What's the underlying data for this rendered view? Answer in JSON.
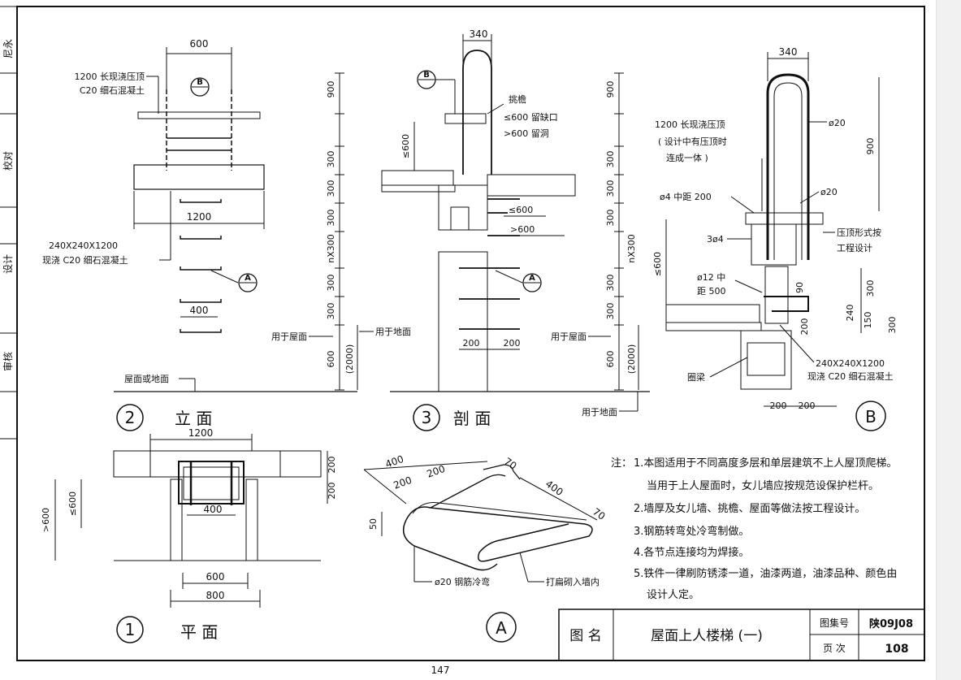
{
  "sidebar": {
    "labels": [
      "尼永",
      "校对",
      "设计",
      "审核"
    ]
  },
  "drawings": {
    "elevation": {
      "number": "2",
      "title": "立  面",
      "dims": {
        "top": "600",
        "middle": "1200",
        "rung": "400",
        "right": [
          "900",
          "300",
          "300",
          "300",
          "nX300",
          "300",
          "300",
          "600",
          "(2000)"
        ]
      },
      "labels": {
        "cap1": "1200 长现浇压顶",
        "cap2": "C20 细石混凝土",
        "block1": "240X240X1200",
        "block2": "现浇 C20 细石混凝土",
        "roof": "用于屋面",
        "ground": "用于地面",
        "floor": "屋面或地面",
        "callout_b": "B",
        "callout_a": "A"
      }
    },
    "section": {
      "number": "3",
      "title": "剖    面",
      "dims": {
        "top": "340",
        "left": "≤600",
        "d1": "≤600",
        "d2": ">600",
        "right": [
          "900",
          "300",
          "300",
          "300",
          "nX300",
          "300",
          "300",
          "600",
          "(2000)"
        ],
        "bottom": [
          "200",
          "200"
        ]
      },
      "labels": {
        "parapet": "挑檐",
        "n1": "≤600 留缺口",
        "n2": ">600 留洞",
        "roof": "用于屋面",
        "ground": "用于地面",
        "callout_b": "B",
        "callout_a": "A"
      }
    },
    "detail_b": {
      "title": "B",
      "dims": {
        "top": "340",
        "right1": "900",
        "left": "≤600",
        "r1": "300",
        "r2": "240",
        "r3": "150",
        "r4": "300",
        "r5": "90",
        "r6": "200",
        "bottom": [
          "200",
          "200"
        ]
      },
      "labels": {
        "cap1": "1200 长现浇压顶",
        "cap2": "( 设计中有压顶时",
        "cap3": "连成一体 )",
        "bar20a": "ø20",
        "bar20b": "ø20",
        "rebar4": "ø4 中距 200",
        "rebar3": "3ø4",
        "cap_design1": "压顶形式按",
        "cap_design2": "工程设计",
        "rebar12a": "ø12 中",
        "rebar12b": "距 500",
        "block1": "240X240X1200",
        "block2": "现浇 C20 细石混凝土",
        "ring_beam": "圈梁"
      }
    },
    "plan": {
      "number": "1",
      "title": "平    面",
      "dims": {
        "top": "1200",
        "rung": "400",
        "w1": "600",
        "w2": "800",
        "left1": ">600",
        "left2": "≤600",
        "right1": "200",
        "right2": "200"
      }
    },
    "detail_a": {
      "title": "A",
      "dims": {
        "d400a": "400",
        "d200a": "200",
        "d200b": "200",
        "d70a": "70",
        "d400b": "400",
        "d70b": "70",
        "d50": "50"
      },
      "labels": {
        "bar": "ø20 钢筋冷弯",
        "embed": "打扁砌入墙内"
      }
    }
  },
  "notes": {
    "prefix": "注：",
    "items": [
      "1.本图适用于不同高度多层和单层建筑不上人屋顶爬梯。",
      "当用于上人屋面时，女儿墙应按规范设保护栏杆。",
      "2.墙厚及女儿墙、挑檐、屋面等做法按工程设计。",
      "3.钢筋转弯处冷弯制做。",
      "4.各节点连接均为焊接。",
      "5.铁件一律刷防锈漆一道，油漆两道，油漆品种、颜色由",
      "设计人定。"
    ]
  },
  "title_block": {
    "label_name": "图 名",
    "name": "屋面上人楼梯 (一)",
    "label_atlas": "图集号",
    "atlas": "陕09J08",
    "label_page": "页 次",
    "page": "108"
  },
  "page_number": "147"
}
